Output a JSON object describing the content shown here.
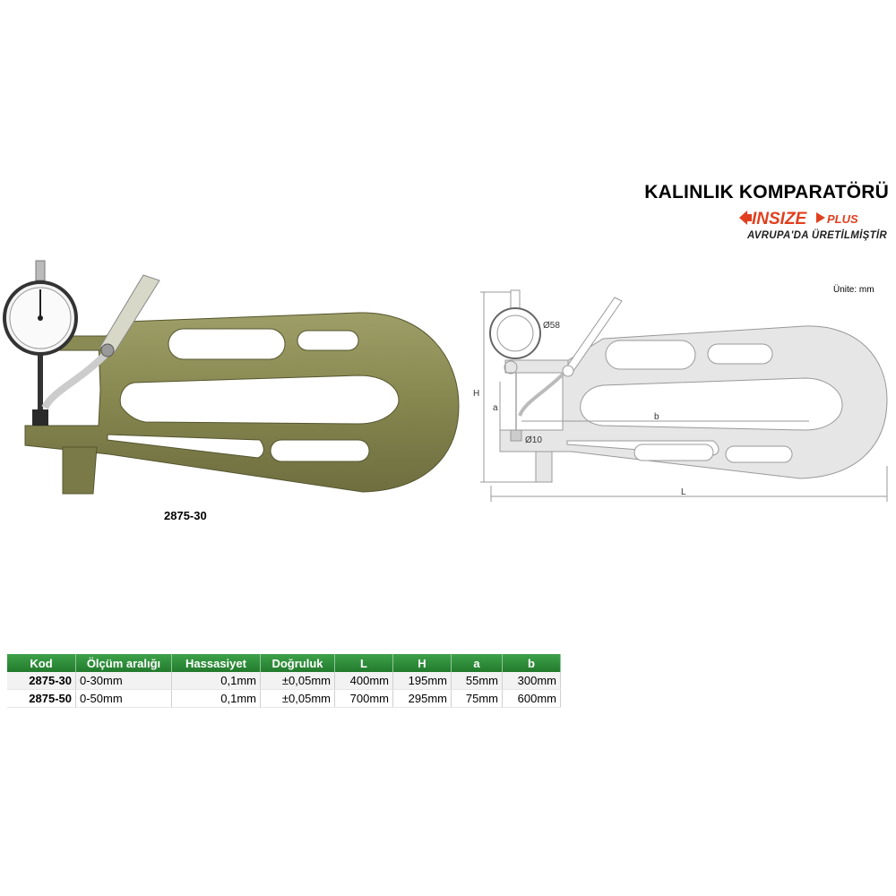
{
  "header": {
    "title": "KALINLIK KOMPARATÖRÜ",
    "brand_main": "INSIZE",
    "brand_suffix": "PLUS",
    "tagline": "AVRUPA'DA ÜRETİLMİŞTİR",
    "unit_note": "Ünite: mm"
  },
  "product": {
    "model_label": "2875-30"
  },
  "drawing": {
    "dial_dia": "Ø58",
    "anvil_dia": "Ø10",
    "dim_h": "H",
    "dim_a": "a",
    "dim_b": "b",
    "dim_l": "L"
  },
  "colors": {
    "body": "#8a8a55",
    "body_dark": "#65653c",
    "header_green": "#2e8b3a",
    "brand_red": "#e0401f"
  },
  "table": {
    "headers": [
      "Kod",
      "Ölçüm aralığı",
      "Hassasiyet",
      "Doğruluk",
      "L",
      "H",
      "a",
      "b"
    ],
    "rows": [
      [
        "2875-30",
        "0-30mm",
        "0,1mm",
        "±0,05mm",
        "400mm",
        "195mm",
        "55mm",
        "300mm"
      ],
      [
        "2875-50",
        "0-50mm",
        "0,1mm",
        "±0,05mm",
        "700mm",
        "295mm",
        "75mm",
        "600mm"
      ]
    ]
  }
}
